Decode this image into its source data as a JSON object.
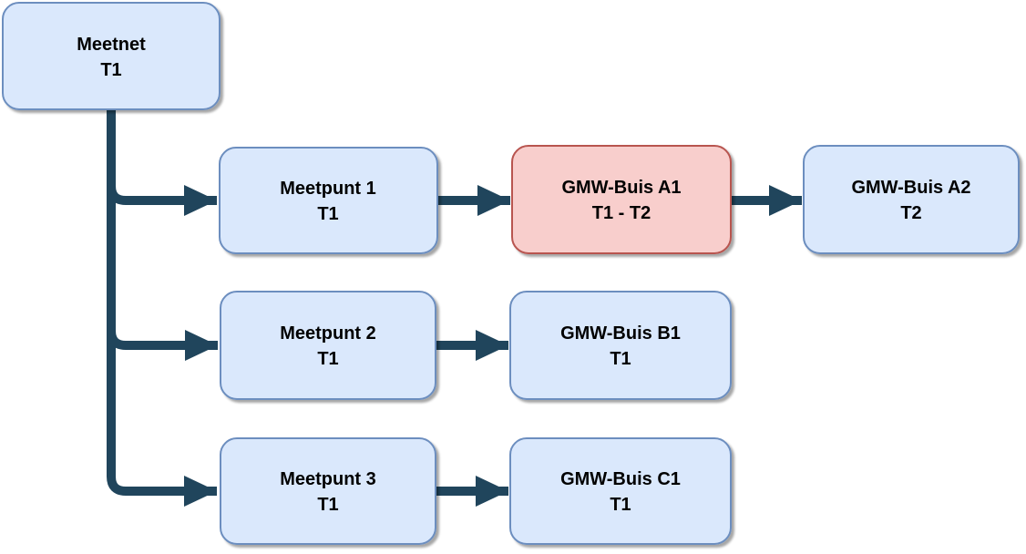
{
  "diagram": {
    "type": "flowchart",
    "description": "Hierarchy of a measuring network (Meetnet) with measuring points (Meetpunt) and groundwater monitoring tubes (GMW-Buis)",
    "colors": {
      "node_fill": "#dae8fc",
      "node_border": "#6c8ebf",
      "highlight_fill": "#f8cecc",
      "highlight_border": "#b85450",
      "connector": "#20455c",
      "text": "#000000",
      "background": "#ffffff"
    },
    "nodes": [
      {
        "id": "meetnet",
        "label": "Meetnet",
        "period": "T1",
        "highlighted": false
      },
      {
        "id": "meetpunt-1",
        "label": "Meetpunt 1",
        "period": "T1",
        "highlighted": false
      },
      {
        "id": "gmw-buis-a1",
        "label": "GMW-Buis A1",
        "period": "T1 - T2",
        "highlighted": true
      },
      {
        "id": "gmw-buis-a2",
        "label": "GMW-Buis A2",
        "period": "T2",
        "highlighted": false
      },
      {
        "id": "meetpunt-2",
        "label": "Meetpunt 2",
        "period": "T1",
        "highlighted": false
      },
      {
        "id": "gmw-buis-b1",
        "label": "GMW-Buis B1",
        "period": "T1",
        "highlighted": false
      },
      {
        "id": "meetpunt-3",
        "label": "Meetpunt 3",
        "period": "T1",
        "highlighted": false
      },
      {
        "id": "gmw-buis-c1",
        "label": "GMW-Buis C1",
        "period": "T1",
        "highlighted": false
      }
    ],
    "edges": [
      {
        "from": "meetnet",
        "to": "meetpunt-1"
      },
      {
        "from": "meetnet",
        "to": "meetpunt-2"
      },
      {
        "from": "meetnet",
        "to": "meetpunt-3"
      },
      {
        "from": "meetpunt-1",
        "to": "gmw-buis-a1"
      },
      {
        "from": "gmw-buis-a1",
        "to": "gmw-buis-a2"
      },
      {
        "from": "meetpunt-2",
        "to": "gmw-buis-b1"
      },
      {
        "from": "meetpunt-3",
        "to": "gmw-buis-c1"
      }
    ]
  }
}
